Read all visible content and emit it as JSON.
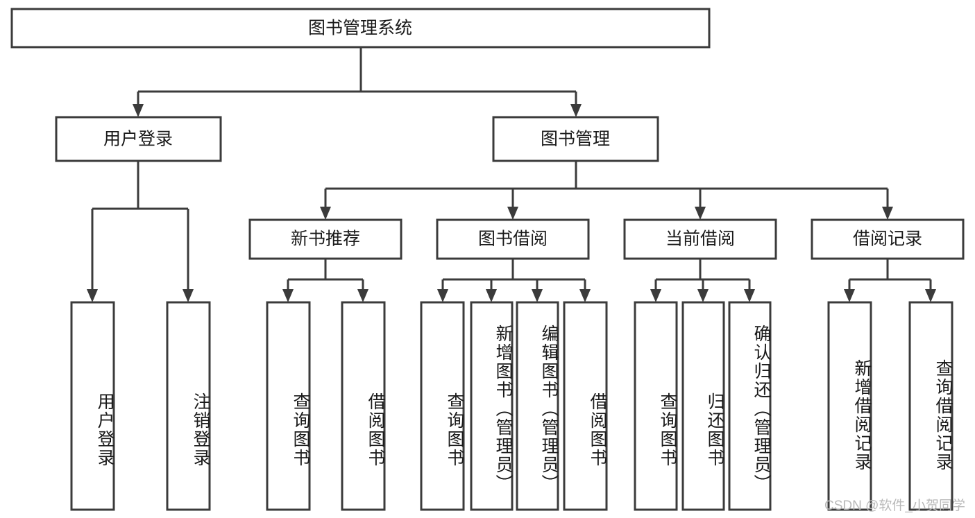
{
  "diagram": {
    "title": "图书管理系统",
    "type": "function-structure-tree",
    "colors": {
      "box_fill": "#ffffff",
      "box_stroke": "#3b3b3b",
      "text": "#1a1a1a",
      "background": "#ffffff",
      "watermark": "#b9b9b9"
    },
    "root": {
      "label": "图书管理系统"
    },
    "level2": [
      {
        "label": "用户登录"
      },
      {
        "label": "图书管理"
      }
    ],
    "level3": [
      {
        "label": "新书推荐"
      },
      {
        "label": "图书借阅"
      },
      {
        "label": "当前借阅"
      },
      {
        "label": "借阅记录"
      }
    ],
    "leaves": {
      "user_login": [
        {
          "label": "用户登录"
        },
        {
          "label": "注销登录"
        }
      ],
      "new_book_recommend": [
        {
          "label": "查询图书"
        },
        {
          "label": "借阅图书"
        }
      ],
      "book_borrow": [
        {
          "label": "查询图书"
        },
        {
          "label": "新增图书（管理员）"
        },
        {
          "label": "编辑图书（管理员）"
        },
        {
          "label": "借阅图书"
        }
      ],
      "current_borrow": [
        {
          "label": "查询图书"
        },
        {
          "label": "归还图书"
        },
        {
          "label": "确认归还（管理员）"
        }
      ],
      "borrow_records": [
        {
          "label": "新增借阅记录"
        },
        {
          "label": "查询借阅记录"
        }
      ]
    },
    "watermark": "CSDN @软件_小贺同学"
  }
}
